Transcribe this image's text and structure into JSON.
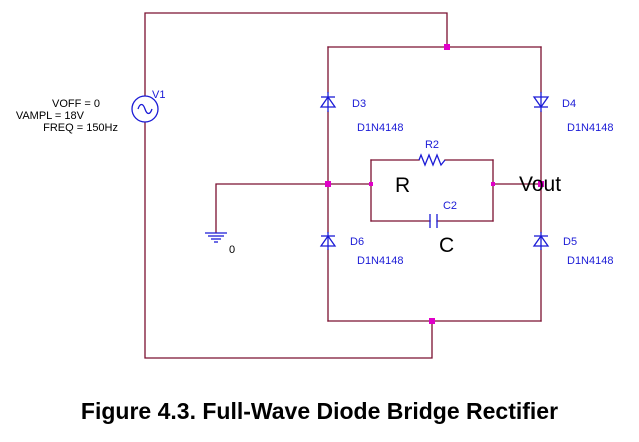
{
  "source": {
    "name": "V1",
    "params": [
      "VOFF = 0",
      "VAMPL = 18V",
      "FREQ = 150Hz"
    ]
  },
  "diodes": [
    {
      "ref": "D3",
      "part": "D1N4148"
    },
    {
      "ref": "D4",
      "part": "D1N4148"
    },
    {
      "ref": "D6",
      "part": "D1N4148"
    },
    {
      "ref": "D5",
      "part": "D1N4148"
    }
  ],
  "resistor": {
    "ref": "R2",
    "annotation": "R"
  },
  "capacitor": {
    "ref": "C2",
    "annotation": "C"
  },
  "ground": {
    "label": "0"
  },
  "output": {
    "label": "Vout"
  },
  "caption": "Figure 4.3. Full-Wave Diode Bridge Rectifier",
  "colors": {
    "wire": "#7b1030",
    "component": "#1b1bd6",
    "junction": "#e000c8"
  }
}
